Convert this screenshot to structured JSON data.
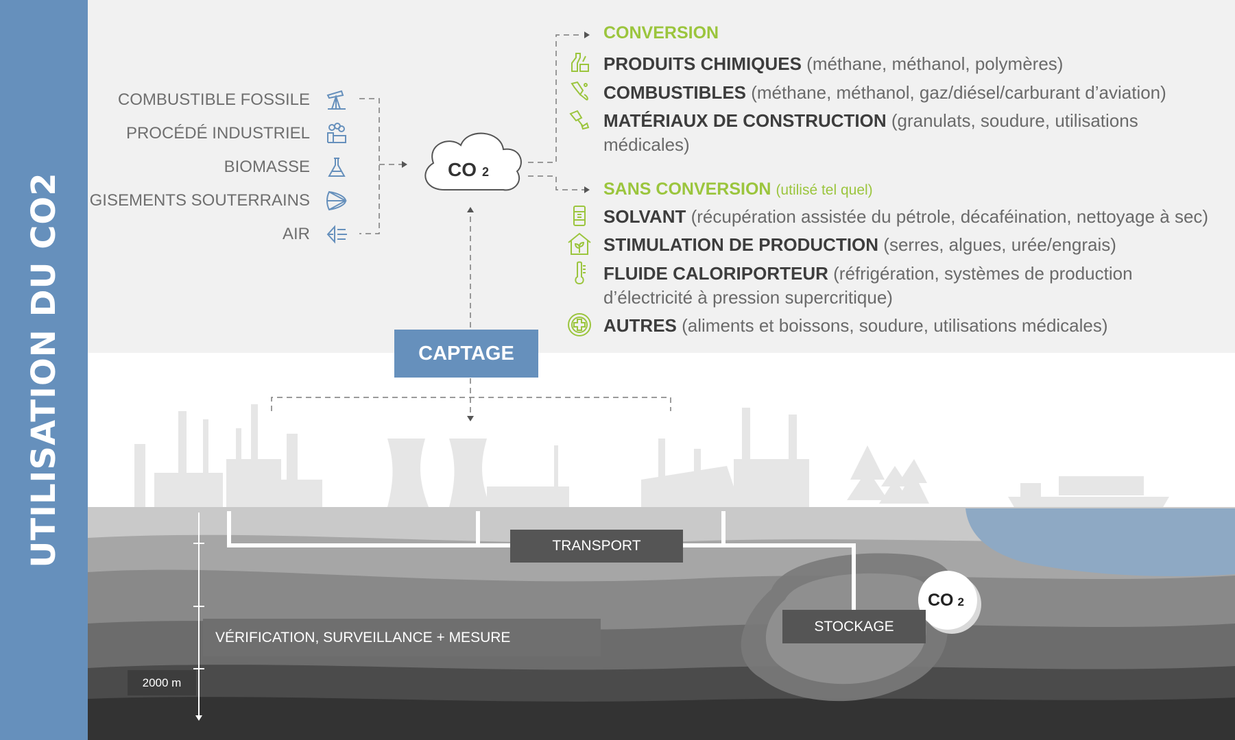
{
  "sidebar": {
    "title": "UTILISATION DU CO2",
    "color": "#6690bc"
  },
  "colors": {
    "green": "#9bc53d",
    "blue_box": "#6690bc",
    "icon_blue": "#6690bc",
    "dark_box": "#555555"
  },
  "sources": [
    {
      "label": "COMBUSTIBLE FOSSILE",
      "icon": "oil-pump-icon"
    },
    {
      "label": "PROCÉDÉ INDUSTRIEL",
      "icon": "factory-icon"
    },
    {
      "label": "BIOMASSE",
      "icon": "flask-icon"
    },
    {
      "label": "GISEMENTS SOUTERRAINS",
      "icon": "shell-icon"
    },
    {
      "label": "AIR",
      "icon": "wind-icon"
    }
  ],
  "cloud": {
    "main": "CO",
    "sub": "2"
  },
  "capture_label": "CAPTAGE",
  "conversion": {
    "heading": "CONVERSION",
    "items": [
      {
        "title": "PRODUITS CHIMIQUES",
        "desc": "(méthane, méthanol, polymères)",
        "icon": "chemicals-icon"
      },
      {
        "title": "COMBUSTIBLES",
        "desc": "(méthane, méthanol, gaz/diésel/carburant d’aviation)",
        "icon": "fuel-nozzle-icon"
      },
      {
        "title": "MATÉRIAUX DE CONSTRUCTION",
        "desc": "(granulats, soudure, utilisations",
        "desc2": "médicales)",
        "icon": "construction-icon"
      }
    ]
  },
  "no_conversion": {
    "heading": "SANS CONVERSION",
    "heading_note": "(utilisé tel quel)",
    "items": [
      {
        "title": "SOLVANT",
        "desc": "(récupération assistée du pétrole, décaféination, nettoyage à sec)",
        "icon": "barrel-icon"
      },
      {
        "title": "STIMULATION DE PRODUCTION",
        "desc": "(serres, algues, urée/engrais)",
        "icon": "greenhouse-icon"
      },
      {
        "title": "FLUIDE CALORIPORTEUR",
        "desc": "(réfrigération, systèmes de production",
        "desc2": "d’électricité à pression supercritique)",
        "icon": "thermometer-icon"
      },
      {
        "title": "AUTRES",
        "desc": "(aliments et boissons, soudure, utilisations médicales)",
        "icon": "medical-cross-icon"
      }
    ]
  },
  "transport_label": "TRANSPORT",
  "storage_label": "STOCKAGE",
  "verification_label": "VÉRIFICATION, SURVEILLANCE + MESURE",
  "depth_label": "2000 m",
  "bubble": {
    "main": "CO",
    "sub": "2"
  }
}
